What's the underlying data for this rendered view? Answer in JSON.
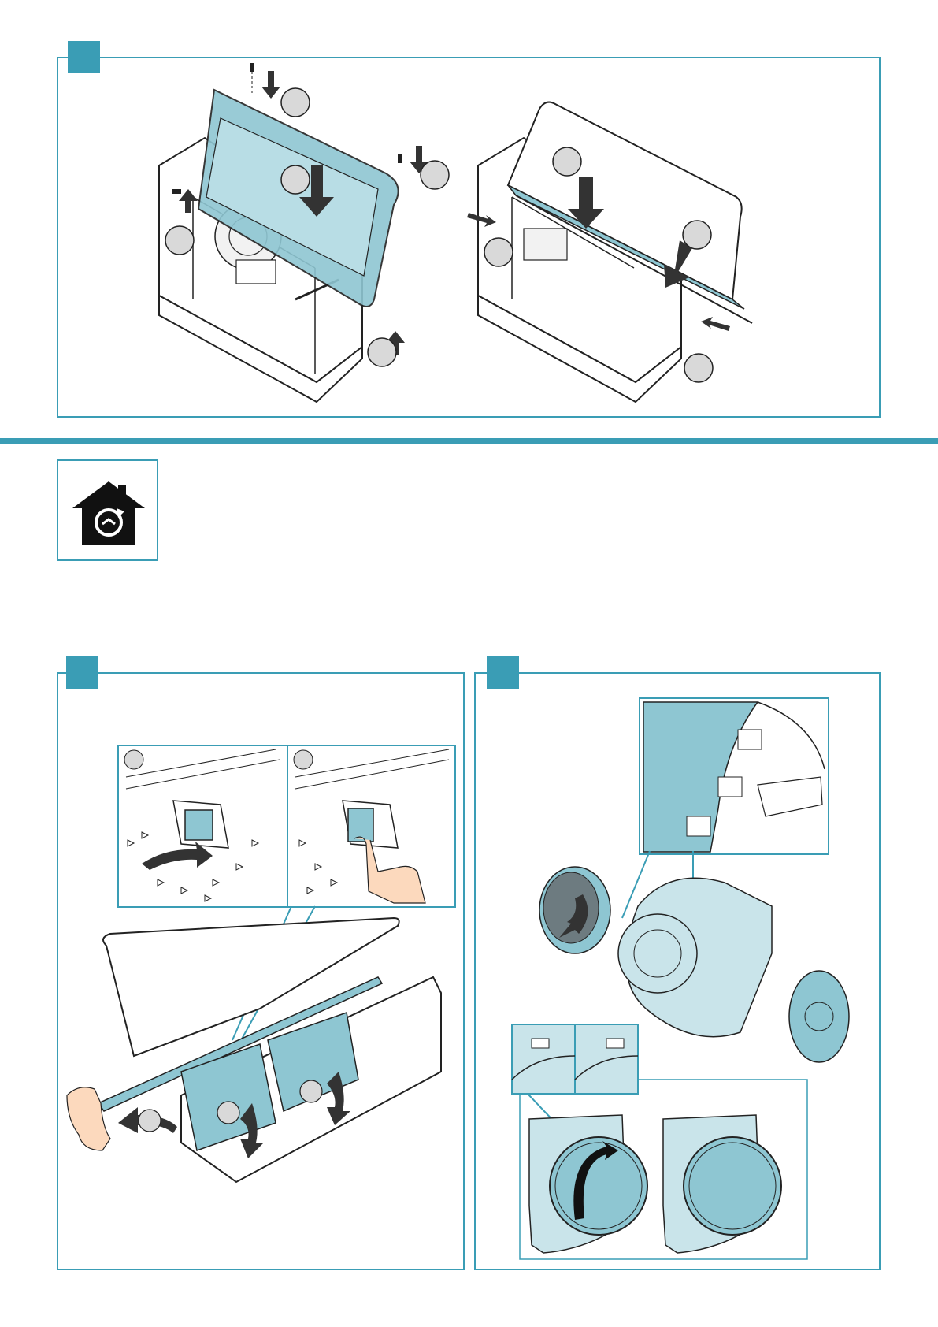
{
  "document": {
    "type": "cooker hood installation / maintenance illustration page",
    "sections": [
      {
        "name": "panel-attachment",
        "panels": 2
      },
      {
        "name": "maintenance-symbol",
        "icon": "house-recycle-icon"
      },
      {
        "name": "grease-filter-removal"
      },
      {
        "name": "carbon-filter-replacement"
      }
    ]
  },
  "colors": {
    "accent": "#3a9db5",
    "part_fill": "#8ec6d2",
    "light_fill": "#c9e4ea",
    "line": "#222222",
    "callout": "#d9d9d9"
  }
}
